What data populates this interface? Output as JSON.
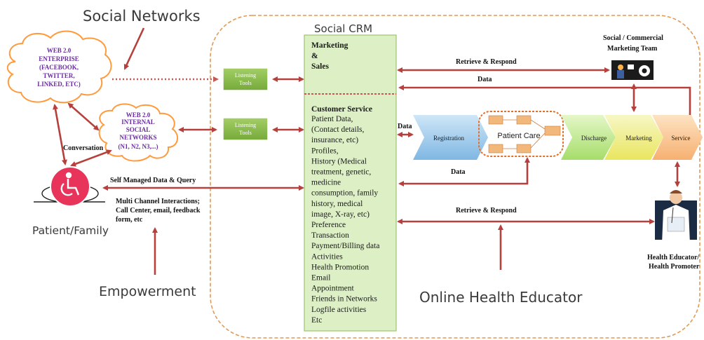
{
  "titles": {
    "social_networks": "Social Networks",
    "social_crm": "Social CRM",
    "patient_family": "Patient/Family",
    "empowerment": "Empowerment",
    "online_health_educator": "Online Health Educator",
    "marketing_team": [
      "Social / Commercial",
      "Marketing Team"
    ],
    "health_educator": [
      "Health Educator/",
      "Health Promoter"
    ]
  },
  "clouds": {
    "enterprise": [
      "WEB 2.0",
      "ENTERPRISE",
      "(FACEBOOK,",
      "TWITTER,",
      "LINKED, ETC)"
    ],
    "internal": [
      "WEB 2.0",
      "INTERNAL",
      "SOCIAL",
      "NETWORKS",
      "(N1, N2, N3,...)"
    ]
  },
  "listening_tools": [
    [
      "Listening",
      "Tools"
    ],
    [
      "Listening",
      "Tools"
    ]
  ],
  "crm": {
    "marketing": [
      "Marketing",
      "&",
      "Sales"
    ],
    "customer_service_heading": "Customer Service",
    "customer_service_items": [
      "Patient Data,",
      "(Contact details,",
      "insurance, etc)",
      "Profiles,",
      "History (Medical",
      "treatment, genetic,",
      "medicine",
      "consumption, family",
      "history, medical",
      "image, X-ray, etc)",
      "Preference",
      "Transaction",
      "Payment/Billing data",
      "Activities",
      "Health Promotion",
      "Email",
      "Appointment",
      "Friends in Networks",
      "Logfile activities",
      "Etc"
    ]
  },
  "arrow_labels": {
    "retrieve_respond_top": "Retrieve & Respond",
    "data_top": "Data",
    "data_left": "Data",
    "data_bottom": "Data",
    "retrieve_respond_bottom": "Retrieve & Respond",
    "conversation": "Conversation",
    "self_managed": "Self Managed Data & Query",
    "multi_channel": [
      "Multi Channel Interactions;",
      "Call Center, email, feedback",
      "form, etc"
    ]
  },
  "process": {
    "registration": "Registration",
    "patient_care": "Patient Care",
    "discharge": "Discharge",
    "marketing": "Marketing",
    "service": "Service"
  },
  "colors": {
    "arrow": "#b5403c",
    "crm_fill": "#dcefc5",
    "listening_fill": "#8bbd4a",
    "dashed_border": "#e29a55",
    "cloud_text": "#6a2ca0"
  }
}
